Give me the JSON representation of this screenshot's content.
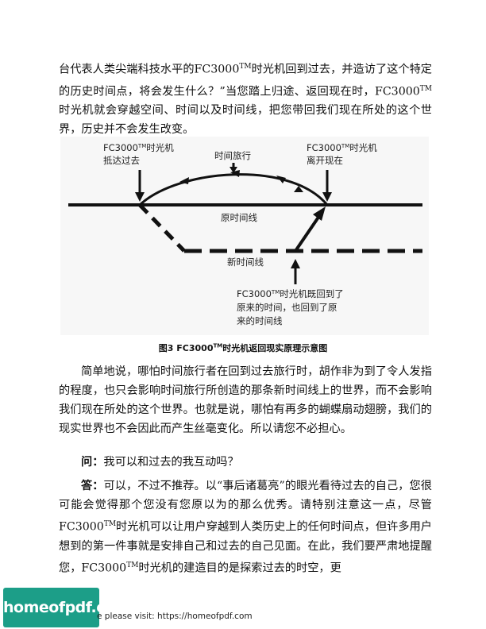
{
  "paragraphs": {
    "p1_a": "台代表人类尖端科技水平的FC3000",
    "p1_tm1": "TM",
    "p1_b": "时光机回到过去，并造访了这个特定的历史时间点，将会发生什么？”当您踏上归途、返回现在时，FC3000",
    "p1_tm2": "TM",
    "p1_c": "时光机就会穿越空间、时间以及时间线，把您带回我们现在所处的这个世界，历史并不会发生改变。",
    "p2": "简单地说，哪怕时间旅行者在回到过去旅行时，胡作非为到了令人发指的程度，也只会影响时间旅行所创造的那条新时间线上的世界，而不会影响我们现在所处的这个世界。也就是说，哪怕有再多的蝴蝶扇动翅膀，我们的现实世界也不会因此而产生丝毫变化。所以请您不必担心。",
    "q_label": "问：",
    "q_text": "我可以和过去的我互动吗？",
    "a_label": "答：",
    "a_text_a": "可以，不过不推荐。以“事后诸葛亮”的眼光看待过去的自己，您很可能会觉得那个您没有您原以为的那么优秀。请特别注意这一点，尽管FC3000",
    "a_tm1": "TM",
    "a_text_b": "时光机可以让用户穿越到人类历史上的任何时间点，但许多用户想到的第一件事就是安排自己和过去的自己见面。在此，我们要严肃地提醒您，FC3000",
    "a_tm2": "TM",
    "a_text_c": "时光机的建造目的是探索过去的时空，更"
  },
  "diagram": {
    "label_arrive_1": "FC3000",
    "label_arrive_tm": "TM",
    "label_arrive_2": "时光机",
    "label_arrive_3": "抵达过去",
    "label_travel": "时间旅行",
    "label_leave_1": "FC3000",
    "label_leave_tm": "TM",
    "label_leave_2": "时光机",
    "label_leave_3": "离开现在",
    "label_original": "原时间线",
    "label_new": "新时间线",
    "label_return_1": "FC3000",
    "label_return_tm": "TM",
    "label_return_2": "时光机既回到了",
    "label_return_3": "原来的时间，也回到了原",
    "label_return_4": "来的时间线"
  },
  "caption": {
    "a": "图3 FC3000",
    "tm": "TM",
    "b": "时光机返回现实原理示意图"
  },
  "footer": {
    "logo": "homeofpdf.com",
    "text": "e please visit: https://homeofpdf.com"
  }
}
